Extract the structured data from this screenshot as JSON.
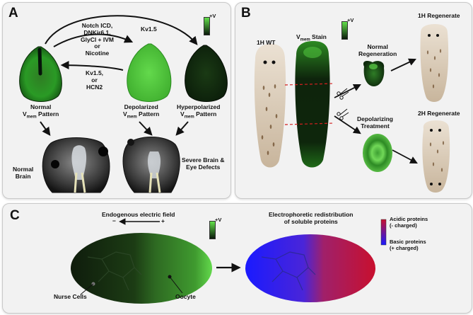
{
  "panelA": {
    "label": "A",
    "top_arrow": "Kv1.5",
    "depol_list": [
      "Notch ICD,",
      "DNKir6.1,",
      "GlyCl + IVM",
      "or",
      "Nicotine"
    ],
    "return_list": [
      "Kv1.5,",
      "or",
      "HCN2"
    ],
    "scale": "+V",
    "normal": [
      "Normal",
      "V",
      "mem",
      " Pattern"
    ],
    "depolarized": [
      "Depolarized",
      "V",
      "mem",
      " Pattern"
    ],
    "hyperpolarized": [
      "Hyperpolarized",
      "V",
      "mem",
      " Pattern"
    ],
    "normal_brain": [
      "Normal",
      "Brain"
    ],
    "defects": [
      "Severe Brain &",
      "Eye Defects"
    ]
  },
  "panelB": {
    "label": "B",
    "wt": "1H WT",
    "stain": [
      "V",
      "mem",
      " Stain"
    ],
    "scale": "+V",
    "normal_regen": [
      "Normal",
      "Regeneration"
    ],
    "depol_treat": [
      "Depolarizing",
      "Treatment"
    ],
    "regen_1h": "1H Regenerate",
    "regen_2h": "2H Regenerate"
  },
  "panelC": {
    "label": "C",
    "field": "Endogenous electric field",
    "minus": "−",
    "plus": "+",
    "scale": "+V",
    "redistribution": [
      "Electrophoretic redistribution",
      "of soluble proteins"
    ],
    "acidic": [
      "Acidic proteins",
      "(- charged)"
    ],
    "basic": [
      "Basic proteins",
      "(+ charged)"
    ],
    "nurse": "Nurse Cells",
    "oocyte": "Oocyte"
  },
  "colors": {
    "depolarized": "#62e04a",
    "hyperpolarized": "#0b1a0b",
    "acidic": "#c8102e",
    "basic": "#1a1aff"
  }
}
